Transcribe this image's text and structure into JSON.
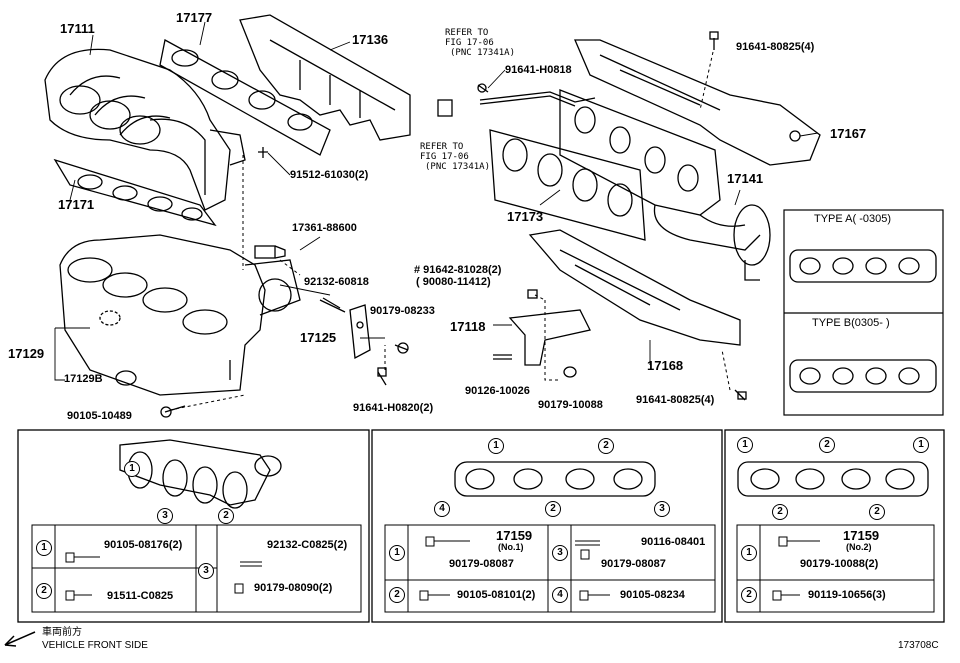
{
  "main_parts": {
    "p17111": "17111",
    "p17177": "17177",
    "p17136": "17136",
    "p17171": "17171",
    "p91512": "91512-61030(2)",
    "p17361": "17361-88600",
    "p92132": "92132-60818",
    "p90179a": "90179-08233",
    "p17125": "17125",
    "p17129": "17129",
    "p17129B": "17129B",
    "p90105": "90105-10489",
    "p91641b": "91641-H0820(2)",
    "refer1a": "REFER TO",
    "refer1b": "FIG 17-06",
    "refer1c": "(PNC 17341A)",
    "refer2a": "REFER TO",
    "refer2b": "FIG 17-06",
    "refer2c": "(PNC 17341A)",
    "p91641h": "91641-H0818",
    "p91641a": "91641-80825(4)",
    "p17167": "17167",
    "p17173": "17173",
    "p17141": "17141",
    "p91642": "# 91642-81028(2)",
    "p90080": "( 90080-11412)",
    "p17118": "17118",
    "p17168": "17168",
    "p90126": "90126-10026",
    "p90179b": "90179-10088",
    "p91641c": "91641-80825(4)"
  },
  "types": {
    "type_a": "TYPE A(   -0305)",
    "type_b": "TYPE B(0305-     )"
  },
  "panels": {
    "left": {
      "c1": "1",
      "c2": "2",
      "c3": "3",
      "r1": "90105-08176(2)",
      "r2": "91511-C0825",
      "r3a": "92132-C0825(2)",
      "r3b": "90179-08090(2)"
    },
    "mid": {
      "c1": "1",
      "c2": "2",
      "c3": "3",
      "c4": "4",
      "part": "17159",
      "sub": "(No.1)",
      "r1": "90179-08087",
      "r2": "90105-08101(2)",
      "r3a": "90116-08401",
      "r3b": "90179-08087",
      "r4": "90105-08234"
    },
    "right": {
      "c1": "1",
      "c2": "2",
      "part": "17159",
      "sub": "(No.2)",
      "r1": "90179-10088(2)",
      "r2": "90119-10656(3)"
    }
  },
  "footer": {
    "jp": "車両前方",
    "front": "VEHICLE FRONT SIDE",
    "code": "173708C"
  }
}
